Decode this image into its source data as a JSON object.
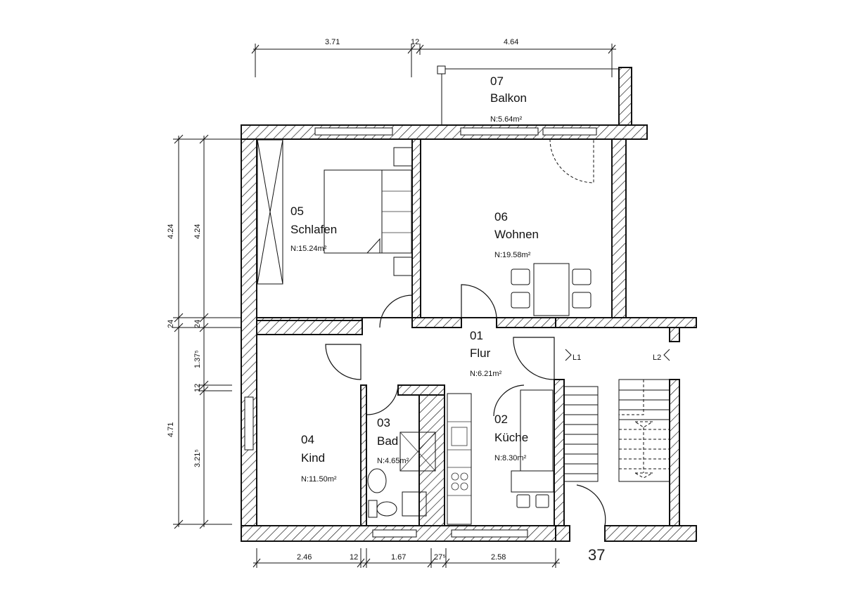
{
  "rooms": {
    "r01": {
      "number": "01",
      "name": "Flur",
      "area": "N:6.21m²"
    },
    "r02": {
      "number": "02",
      "name": "Küche",
      "area": "N:8.30m²"
    },
    "r03": {
      "number": "03",
      "name": "Bad",
      "area": "N:4.65m²"
    },
    "r04": {
      "number": "04",
      "name": "Kind",
      "area": "N:11.50m²"
    },
    "r05": {
      "number": "05",
      "name": "Schlafen",
      "area": "N:15.24m²"
    },
    "r06": {
      "number": "06",
      "name": "Wohnen",
      "area": "N:19.58m²"
    },
    "r07": {
      "number": "07",
      "name": "Balkon",
      "area": "N:5.64m²"
    }
  },
  "dimensions": {
    "top": [
      "3.71",
      "12",
      "4.64"
    ],
    "bottom": [
      "2.46",
      "12",
      "1.67",
      "27⁵",
      "2.58"
    ],
    "left_outer": [
      "4.24",
      "24",
      "4.71"
    ],
    "left_inner": [
      "4.24",
      "24",
      "1.37⁵",
      "12",
      "3.21⁵"
    ]
  },
  "stair_labels": [
    "L1",
    "L2"
  ],
  "unit_number": "37"
}
